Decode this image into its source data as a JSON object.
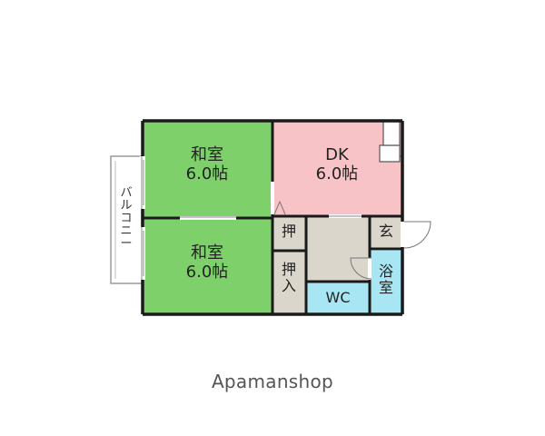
{
  "rooms": {
    "washitsu_upper": {
      "name": "和室",
      "size": "6.0帖"
    },
    "dk": {
      "name": "DK",
      "size": "6.0帖"
    },
    "washitsu_lower": {
      "name": "和室",
      "size": "6.0帖"
    },
    "oshi_small": {
      "line1": "押"
    },
    "oshiire": {
      "line1": "押",
      "line2": "入"
    },
    "genkan": {
      "label": "玄"
    },
    "wc": {
      "label": "WC"
    },
    "yokushitsu": {
      "line1": "浴",
      "line2": "室"
    },
    "balcony": {
      "chars": [
        "バ",
        "ル",
        "コ",
        "ニ",
        "ー"
      ]
    }
  },
  "colors": {
    "washitsu": "#7ed16a",
    "dk": "#f7c3c7",
    "storage": "#dad6cc",
    "wc": "#a9e6f4",
    "bath": "#a9e6f4",
    "wall": "#1a1a1a"
  },
  "brand": "Apamanshop"
}
